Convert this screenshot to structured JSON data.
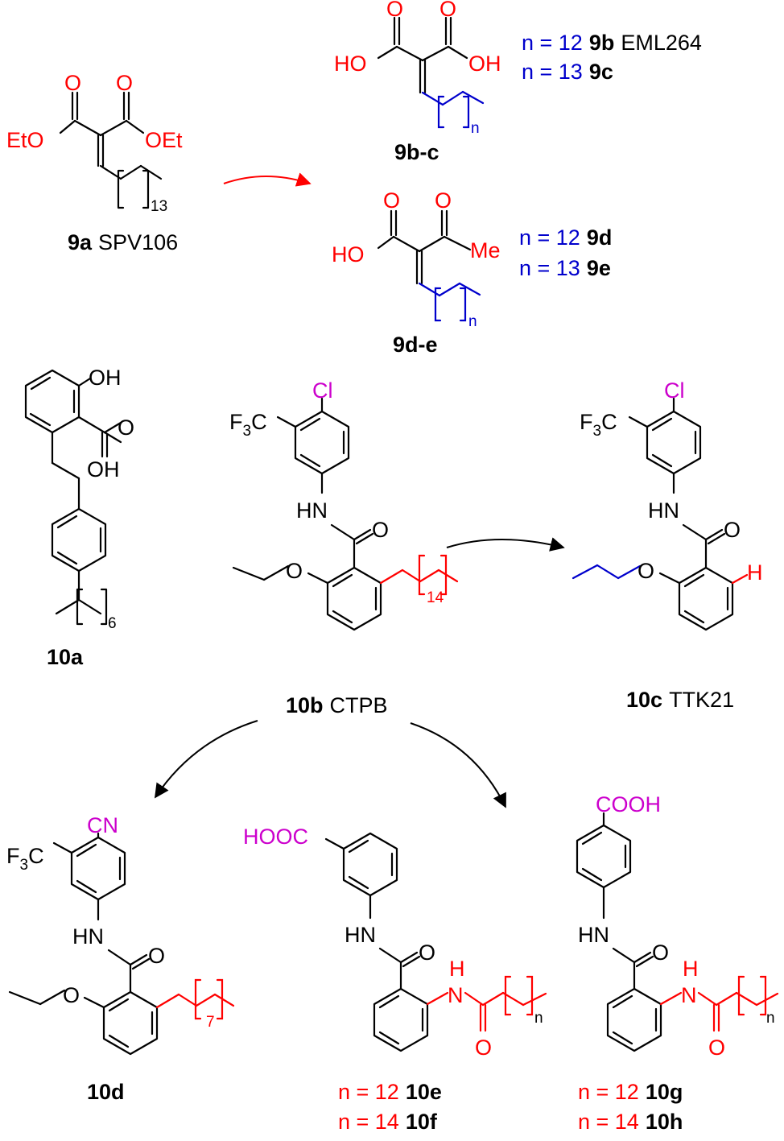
{
  "colors": {
    "black": "#000000",
    "red": "#ff0000",
    "blue": "#0000cc",
    "magenta": "#cc00cc"
  },
  "groups": {
    "eto": "EtO",
    "oet": "OEt",
    "ho": "HO",
    "oh": "OH",
    "o": "O",
    "me": "Me",
    "cl": "Cl",
    "f3c_f": "F",
    "f3c_sub": "3",
    "f3c_c": "C",
    "hn": "HN",
    "h": "H",
    "cn": "CN",
    "hooc": "HOOC",
    "cooh": "COOH"
  },
  "subscripts": {
    "n": "n",
    "n13": "13",
    "n6": "6",
    "n14": "14",
    "n7": "7"
  },
  "compounds": {
    "c9a": {
      "id": "9a",
      "name": "SPV106"
    },
    "c9bc": {
      "id": "9b-c"
    },
    "c9de": {
      "id": "9d-e"
    },
    "c10a": {
      "id": "10a"
    },
    "c10b": {
      "id": "10b",
      "name": "CTPB"
    },
    "c10c": {
      "id": "10c",
      "name": "TTK21"
    },
    "c10d": {
      "id": "10d"
    }
  },
  "variants": {
    "v9b": {
      "n": "n = 12",
      "id": "9b",
      "name": "EML264"
    },
    "v9c": {
      "n": "n = 13",
      "id": "9c"
    },
    "v9d": {
      "n": "n = 12",
      "id": "9d"
    },
    "v9e": {
      "n": "n = 13",
      "id": "9e"
    },
    "v10e": {
      "n": "n = 12",
      "id": "10e"
    },
    "v10f": {
      "n": "n = 14",
      "id": "10f"
    },
    "v10g": {
      "n": "n = 12",
      "id": "10g"
    },
    "v10h": {
      "n": "n = 14",
      "id": "10h"
    }
  }
}
